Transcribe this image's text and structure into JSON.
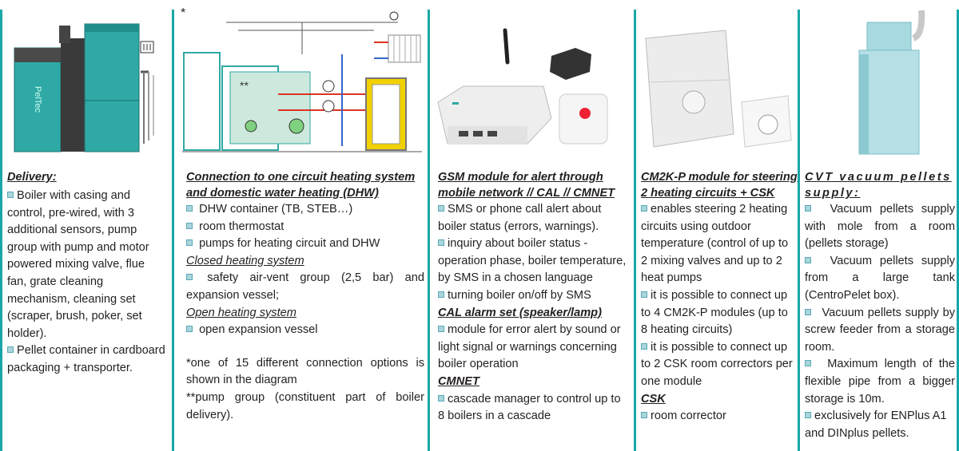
{
  "colors": {
    "teal": "#1aa6a8",
    "boiler_teal": "#2fa9a6",
    "bullet": "#a9d5db"
  },
  "col1": {
    "title": "Delivery:",
    "items": [
      "Boiler with casing and control, pre-wired, with 3 additional sensors, pump group with pump and motor powered mixing valve, flue fan, grate cleaning mechanism, cleaning set (scraper, brush, poker, set holder).",
      "Pellet container in cardboard packaging + transporter."
    ],
    "logo_text": "PelTec"
  },
  "col2": {
    "star": "*",
    "diagram_label": "**",
    "title": "Connection to one circuit heating system and domestic water heating (DHW)",
    "items": [
      "DHW container (TB, STEB…)",
      "room thermostat",
      "pumps for heating circuit and DHW"
    ],
    "closed_label": "Closed heating system",
    "closed_items": [
      "safety air-vent group (2,5 bar) and expansion vessel;"
    ],
    "open_label": "Open heating system",
    "open_items": [
      "open expansion vessel"
    ],
    "note1": "*one of 15 different connection options is shown in the diagram",
    "note2": "**pump group (constituent part of boiler delivery)."
  },
  "col3": {
    "title": "GSM module for alert through mobile network // CAL // CMNET",
    "items": [
      "SMS or phone call alert about boiler status (errors, warnings).",
      "inquiry about boiler status - operation phase, boiler temperature, by SMS in a chosen language",
      "turning boiler on/off by SMS"
    ],
    "cal_label": "CAL alarm set (speaker/lamp)",
    "cal_items": [
      "module for error alert by sound or light signal or warnings concerning boiler operation"
    ],
    "cmnet_label": "CMNET",
    "cmnet_items": [
      "cascade manager to control up to 8 boilers in a cascade"
    ]
  },
  "col4": {
    "title": "CM2K-P module for steering 2 heating circuits + CSK",
    "items": [
      "enables steering 2 heating circuits using outdoor temperature (control of up to 2 mixing valves and up to 2 heat pumps",
      "it is possible to connect up to 4 CM2K-P modules (up to 8 heating circuits)",
      "it is possible to connect up to 2 CSK room correctors per one module"
    ],
    "csk_label": "CSK",
    "csk_items": [
      "room corrector"
    ]
  },
  "col5": {
    "title": "CVT vacuum pellets supply:",
    "items": [
      "Vacuum pellets supply with mole from a room (pellets storage)",
      "Vacuum pellets supply from a large tank (CentroPelet box).",
      "Vacuum pellets supply by screw feeder from a storage room.",
      "Maximum length of the flexible pipe from a bigger storage is 10m.",
      "exclusively for ENPlus A1 and DINplus pellets."
    ]
  }
}
